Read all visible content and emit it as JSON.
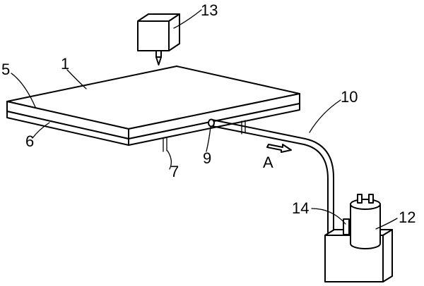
{
  "labels": {
    "plate": "1",
    "frame_edge": "5",
    "underside": "6",
    "leg": "7",
    "nozzle": "9",
    "pipe": "10",
    "pump": "12",
    "sensor": "13",
    "valve": "14",
    "flow": "A"
  }
}
